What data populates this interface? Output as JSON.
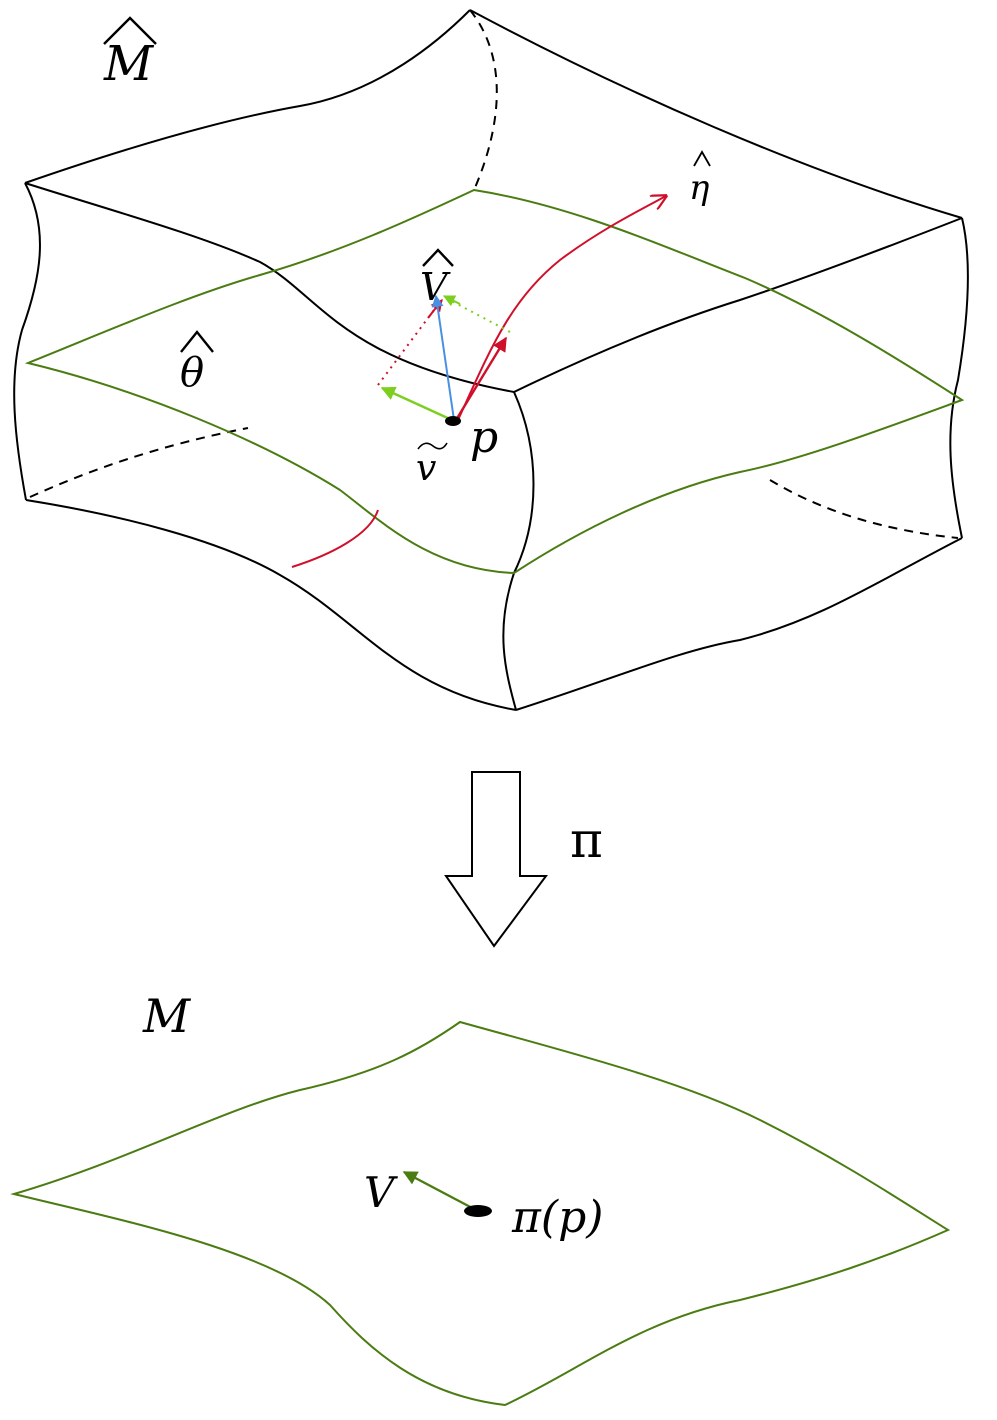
{
  "labels": {
    "M_hat": "M",
    "theta_hat": "θ",
    "V_hat": "V",
    "eta_hat": "η",
    "p": "p",
    "v_tilde": "v",
    "pi": "π",
    "M": "M",
    "V": "V",
    "pi_p": "π(p)"
  },
  "colors": {
    "outline": "#000000",
    "leaf": "#4a7c12",
    "normal_curve": "#d0102a",
    "horizontal_vector": "#7ccf1f",
    "lifted_vector": "#4a90e2",
    "base_vector": "#4a7c12"
  },
  "icons": {
    "projection_arrow": "down-arrow-icon"
  }
}
